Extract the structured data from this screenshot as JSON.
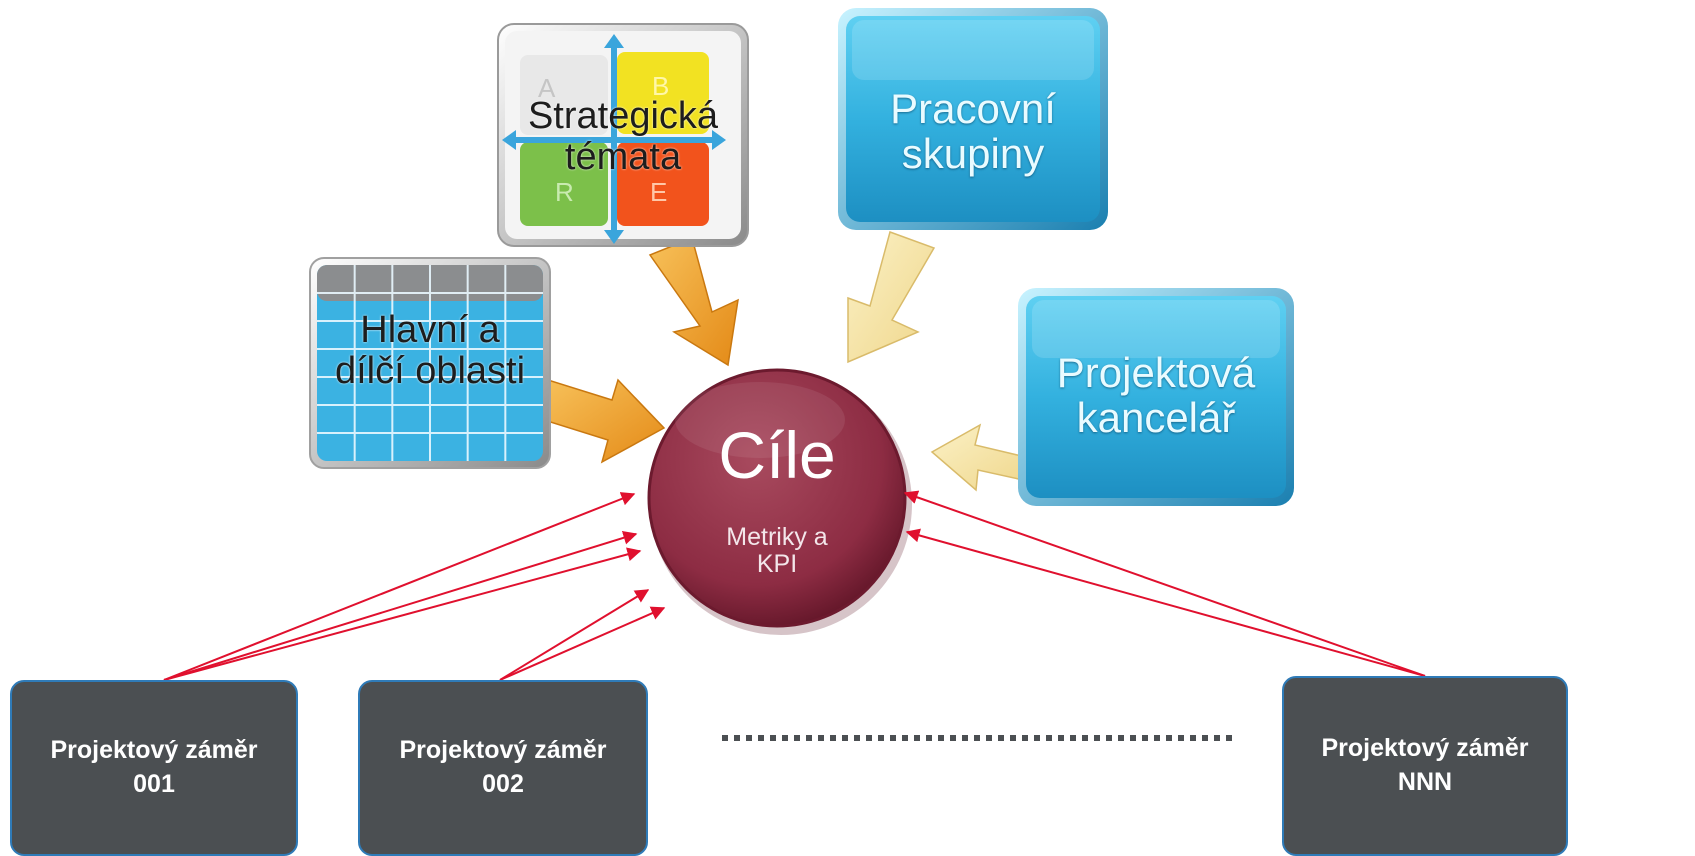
{
  "sources": {
    "strategic_themes": {
      "label_line1": "Strategická",
      "label_line2": "témata",
      "quadrants": [
        "A",
        "B",
        "R",
        "E"
      ]
    },
    "working_groups": {
      "label_line1": "Pracovní",
      "label_line2": "skupiny"
    },
    "main_areas": {
      "label_line1": "Hlavní a",
      "label_line2": "dílčí oblasti"
    },
    "project_office": {
      "label_line1": "Projektová",
      "label_line2": "kancelář"
    }
  },
  "center": {
    "title": "Cíle",
    "subtitle_line1": "Metriky a",
    "subtitle_line2": "KPI"
  },
  "projects": [
    {
      "line1": "Projektový záměr",
      "line2": "001"
    },
    {
      "line1": "Projektový záměr",
      "line2": "002"
    },
    {
      "line1": "Projektový záměr",
      "line2": "NNN"
    }
  ],
  "colors": {
    "tile_blue": "#39b5e0",
    "center_circle": "#8d2c43",
    "project_box": "#4b4f52",
    "project_border": "#2f7bb8",
    "arrow_orange": "#f3a32a",
    "arrow_light": "#f8e7a5",
    "link_red": "#e0102e"
  }
}
